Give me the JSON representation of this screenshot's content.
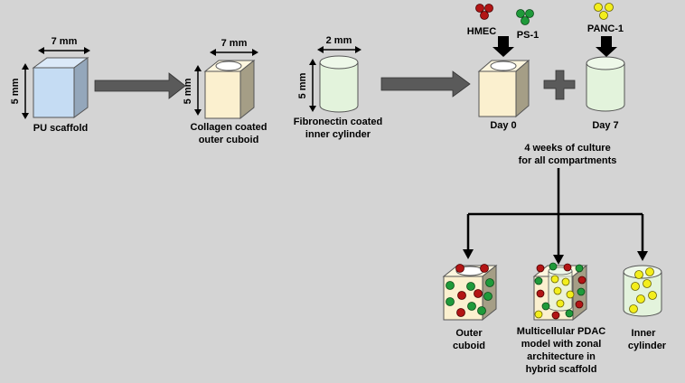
{
  "colors": {
    "background": "#d4d4d4",
    "pu_scaffold": "#c5dcf3",
    "collagen": "#fbf0cf",
    "fibronectin": "#e3f3dc",
    "cell_red": "#b31515",
    "cell_green": "#1f9a3a",
    "cell_yellow": "#f3ee1c",
    "arrow": "#595959"
  },
  "step1": {
    "width_label": "7 mm",
    "height_label": "5 mm",
    "name": "PU scaffold"
  },
  "step2": {
    "width_label": "7 mm",
    "height_label": "5 mm",
    "name_line1": "Collagen coated",
    "name_line2": "outer cuboid"
  },
  "step3": {
    "width_label": "2 mm",
    "height_label": "5 mm",
    "name_line1": "Fibronectin coated",
    "name_line2": "inner cylinder"
  },
  "seeding": {
    "cell_hmec": "HMEC",
    "cell_ps1": "PS-1",
    "cell_panc1": "PANC-1",
    "day0": "Day 0",
    "day7": "Day 7"
  },
  "culture": {
    "line1": "4 weeks of culture",
    "line2": "for all compartments"
  },
  "outcomes": {
    "outer": {
      "line1": "Outer",
      "line2": "cuboid"
    },
    "hybrid": {
      "line1": "Multicellular PDAC",
      "line2": "model with zonal",
      "line3": "architecture in",
      "line4": "hybrid scaffold"
    },
    "inner": {
      "line1": "Inner",
      "line2": "cylinder"
    }
  }
}
